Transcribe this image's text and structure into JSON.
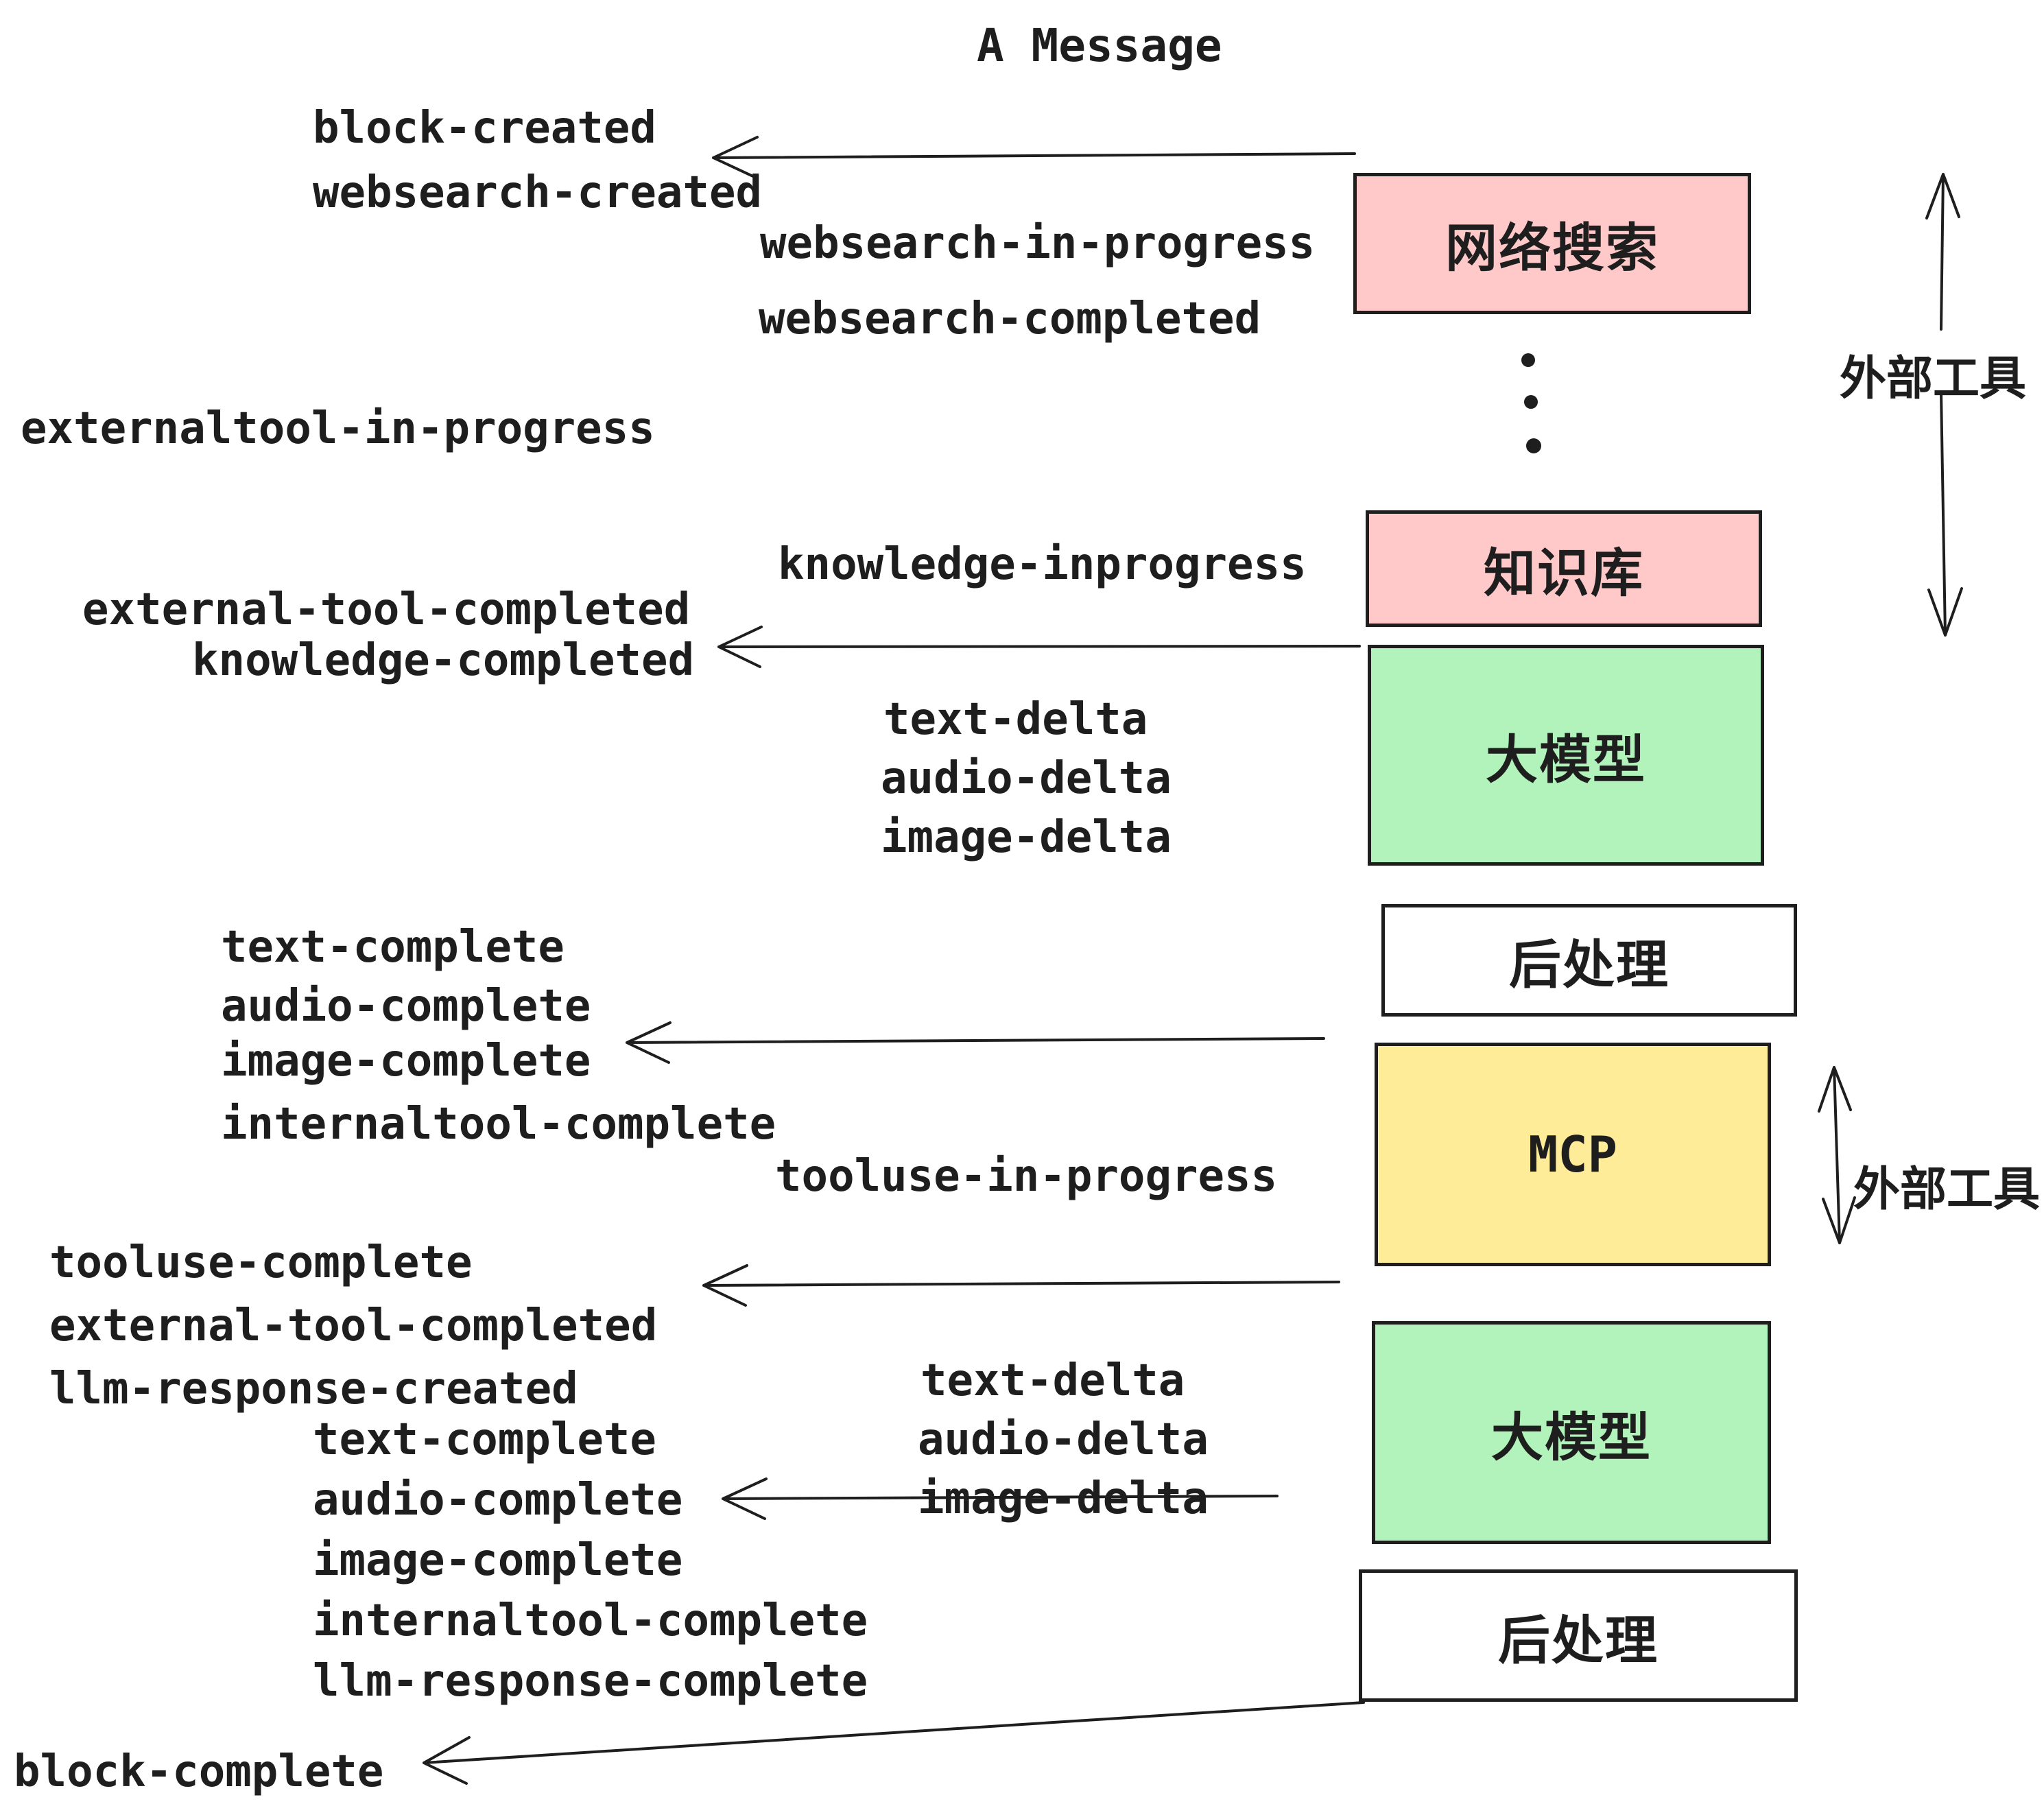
{
  "title": "A Message",
  "colors": {
    "pink": "#ffc9c9",
    "green": "#b2f2bb",
    "yellow": "#ffec99",
    "white": "#ffffff",
    "ink": "#1e1e1e"
  },
  "boxes": [
    {
      "label": "网络搜索",
      "fill": "pink"
    },
    {
      "label": "知识库",
      "fill": "pink"
    },
    {
      "label": "大模型",
      "fill": "green"
    },
    {
      "label": "后处理",
      "fill": "white"
    },
    {
      "label": "MCP",
      "fill": "yellow"
    },
    {
      "label": "大模型",
      "fill": "green"
    },
    {
      "label": "后处理",
      "fill": "white"
    }
  ],
  "side_labels": [
    {
      "text": "外部工具"
    },
    {
      "text": "外部工具"
    }
  ],
  "events": [
    {
      "text": "block-created"
    },
    {
      "text": "websearch-created"
    },
    {
      "text": "websearch-in-progress"
    },
    {
      "text": "websearch-completed"
    },
    {
      "text": "externaltool-in-progress"
    },
    {
      "text": "knowledge-inprogress"
    },
    {
      "text": "external-tool-completed"
    },
    {
      "text": "knowledge-completed"
    },
    {
      "text": "text-delta"
    },
    {
      "text": "audio-delta"
    },
    {
      "text": "image-delta"
    },
    {
      "text": "text-complete"
    },
    {
      "text": "audio-complete"
    },
    {
      "text": "image-complete"
    },
    {
      "text": "internaltool-complete"
    },
    {
      "text": "tooluse-in-progress"
    },
    {
      "text": "tooluse-complete"
    },
    {
      "text": "external-tool-completed"
    },
    {
      "text": "llm-response-created"
    },
    {
      "text": "text-delta"
    },
    {
      "text": "audio-delta"
    },
    {
      "text": "image-delta"
    },
    {
      "text": "text-complete"
    },
    {
      "text": "audio-complete"
    },
    {
      "text": "image-complete"
    },
    {
      "text": "internaltool-complete"
    },
    {
      "text": "llm-response-complete"
    },
    {
      "text": "block-complete"
    }
  ]
}
